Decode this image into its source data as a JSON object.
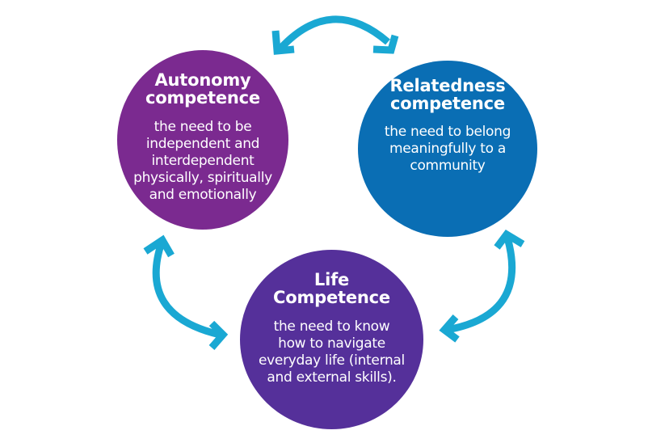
{
  "colors": {
    "autonomy": "#7B2A90",
    "relatedness": "#0A6EB4",
    "life": "#55309A",
    "arrow": "#1AA8D3",
    "text": "#FFFFFF"
  },
  "circles": [
    {
      "id": "autonomy",
      "title_line1": "Autonomy",
      "title_line2": "competence",
      "desc_lines": [
        "the need to be",
        "independent and",
        "interdependent",
        "physically, spiritually",
        "and emotionally"
      ]
    },
    {
      "id": "relatedness",
      "title_line1": "Relatedness",
      "title_line2": "competence",
      "desc_lines": [
        "the need to belong",
        "meaningfully to a",
        "community"
      ]
    },
    {
      "id": "life",
      "title_line1": "Life",
      "title_line2": "Competence",
      "desc_lines": [
        "the need to know",
        "how to navigate",
        "everyday life (internal",
        "and external skills)."
      ]
    }
  ],
  "arrows": [
    {
      "name": "arrow-autonomy-relatedness",
      "icon": "double-headed-curved-arrow-icon",
      "connects": [
        "Autonomy competence",
        "Relatedness competence"
      ]
    },
    {
      "name": "arrow-autonomy-life",
      "icon": "double-headed-curved-arrow-icon",
      "connects": [
        "Autonomy competence",
        "Life Competence"
      ]
    },
    {
      "name": "arrow-relatedness-life",
      "icon": "double-headed-curved-arrow-icon",
      "connects": [
        "Relatedness competence",
        "Life Competence"
      ]
    }
  ]
}
